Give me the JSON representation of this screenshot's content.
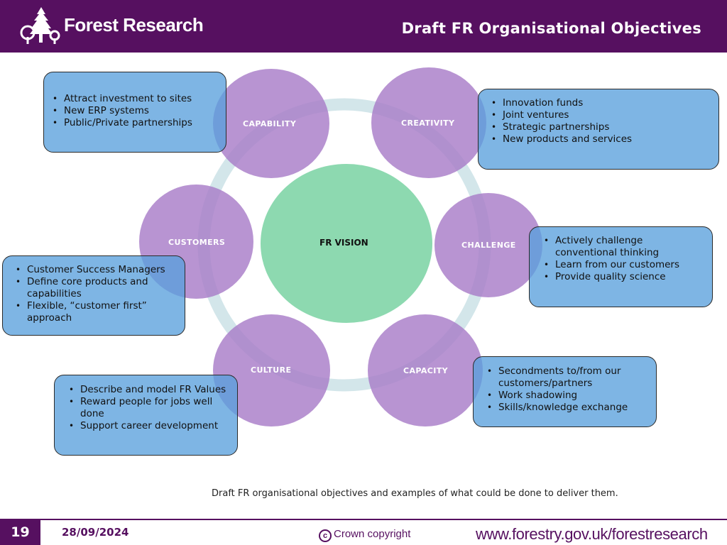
{
  "header": {
    "logo_text": "Forest Research",
    "title": "Draft FR Organisational Objectives"
  },
  "diagram": {
    "center_label": "FR VISION",
    "circles": [
      "CAPABILITY",
      "CREATIVITY",
      "CUSTOMERS",
      "CHALLENGE",
      "CULTURE",
      "CAPACITY"
    ],
    "boxes": {
      "capability": [
        "Attract investment to sites",
        "New ERP systems",
        "Public/Private partnerships"
      ],
      "creativity": [
        "Innovation funds",
        "Joint ventures",
        "Strategic partnerships",
        "New products and services"
      ],
      "customers": [
        "Customer Success Managers",
        "Define core products and capabilities",
        "Flexible, “customer first” approach"
      ],
      "challenge": [
        "Actively challenge conventional thinking",
        "Learn from our customers",
        "Provide quality science"
      ],
      "culture": [
        "Describe and model FR Values",
        "Reward people for jobs well done",
        "Support career development"
      ],
      "capacity": [
        "Secondments to/from our customers/partners",
        "Work shadowing",
        "Skills/knowledge exchange"
      ]
    },
    "caption": "Draft FR organisational objectives and examples of what could be done to deliver them."
  },
  "footer": {
    "page_number": "19",
    "date": "28/09/2024",
    "copyright": "Crown copyright",
    "url": "www.forestry.gov.uk/forestresearch"
  },
  "colors": {
    "brand_purple": "#561060",
    "circle_purple": "#a87cc8",
    "vision_green": "#8dd9b0",
    "box_blue": "#5aa0dd",
    "ring": "#d3e6ea"
  }
}
